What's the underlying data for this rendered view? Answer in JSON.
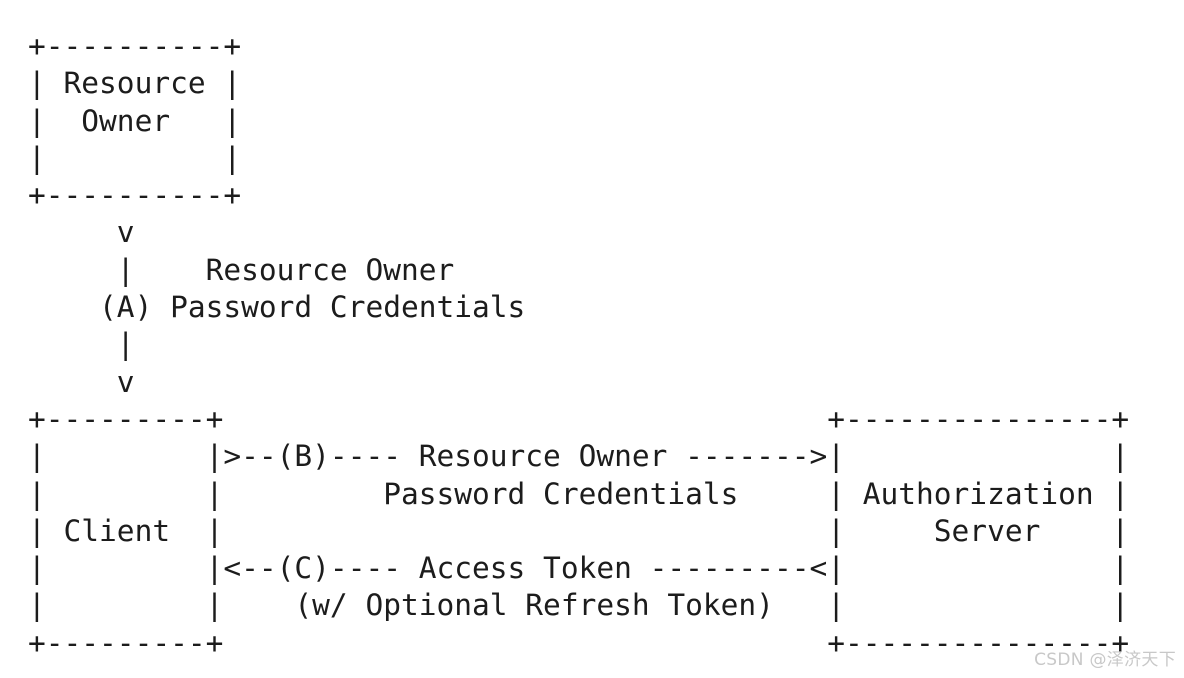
{
  "diagram": {
    "lines": [
      "+----------+",
      "| Resource |",
      "|  Owner   |",
      "|          |",
      "+----------+",
      "     v",
      "     |    Resource Owner",
      "    (A) Password Credentials",
      "     |",
      "     v",
      "+---------+                                  +---------------+",
      "|         |>--(B)---- Resource Owner ------->|               |",
      "|         |         Password Credentials     | Authorization |",
      "| Client  |                                  |     Server    |",
      "|         |<--(C)---- Access Token ---------<|               |",
      "|         |    (w/ Optional Refresh Token)   |               |",
      "+---------+                                  +---------------+"
    ]
  },
  "watermark": {
    "text": "CSDN @泽济天下"
  }
}
